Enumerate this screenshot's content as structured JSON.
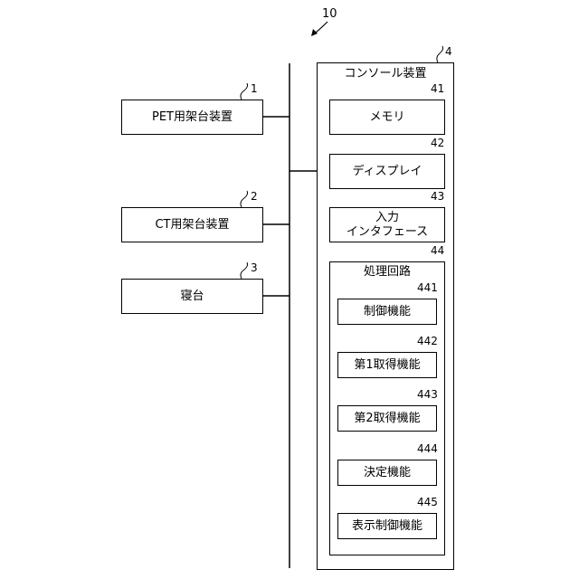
{
  "system_ref": "10",
  "pet_gantry": {
    "ref": "1",
    "label": "PET用架台装置"
  },
  "ct_gantry": {
    "ref": "2",
    "label": "CT用架台装置"
  },
  "couch": {
    "ref": "3",
    "label": "寝台"
  },
  "console": {
    "ref": "4",
    "title": "コンソール装置",
    "memory": {
      "ref": "41",
      "label": "メモリ"
    },
    "display": {
      "ref": "42",
      "label": "ディスプレイ"
    },
    "input_interface": {
      "ref": "43",
      "label": "入力\nインタフェース"
    },
    "processing_circuit": {
      "ref": "44",
      "title": "処理回路",
      "functions": [
        {
          "ref": "441",
          "label": "制御機能"
        },
        {
          "ref": "442",
          "label": "第1取得機能"
        },
        {
          "ref": "443",
          "label": "第2取得機能"
        },
        {
          "ref": "444",
          "label": "決定機能"
        },
        {
          "ref": "445",
          "label": "表示制御機能"
        }
      ]
    }
  }
}
